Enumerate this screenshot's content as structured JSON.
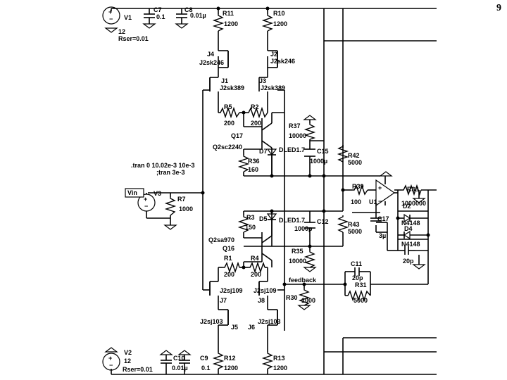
{
  "page_number": "9",
  "components": {
    "v1": {
      "name": "V1",
      "value": "12",
      "extra": "Rser=0.01"
    },
    "v2": {
      "name": "V2",
      "value": "12",
      "extra": "Rser=0.01"
    },
    "v3": {
      "name": "V3"
    },
    "vin": "Vin",
    "c7": {
      "name": "C7",
      "value": "0.1"
    },
    "c8": {
      "name": "C8",
      "value": "0.01µ"
    },
    "c9": {
      "name": "C9",
      "value": "0.1"
    },
    "c10": {
      "name": "C10",
      "value": "0.01µ"
    },
    "c11": {
      "name": "C11",
      "value": "20p"
    },
    "c12": {
      "name": "C12",
      "value": "1000p"
    },
    "c15": {
      "name": "C15",
      "value": "1000µ"
    },
    "c17": {
      "name": "C17",
      "value": "3µ"
    },
    "c20p": "20p",
    "r1": {
      "name": "R1",
      "value": "200"
    },
    "r2": {
      "name": "R2",
      "value": "200"
    },
    "r3": {
      "name": "R3",
      "value": "150"
    },
    "r4": {
      "name": "R4",
      "value": "200"
    },
    "r5": {
      "name": "R5",
      "value": "200"
    },
    "r7": {
      "name": "R7",
      "value": "1000"
    },
    "r10": {
      "name": "R10",
      "value": "1200"
    },
    "r11": {
      "name": "R11",
      "value": "1200"
    },
    "r12": {
      "name": "R12",
      "value": "1200"
    },
    "r13": {
      "name": "R13",
      "value": "1200"
    },
    "r30": {
      "name": "R30",
      "value": "1000"
    },
    "r31": {
      "name": "R31",
      "value": "5000"
    },
    "r35": {
      "name": "R35",
      "value": "10000"
    },
    "r36": {
      "name": "R36",
      "value": "160"
    },
    "r37": {
      "name": "R37",
      "value": "10000"
    },
    "r38": {
      "name": "R38",
      "value": "1000000"
    },
    "r39": {
      "name": "R39",
      "value": "100"
    },
    "r42": {
      "name": "R42",
      "value": "5000"
    },
    "r43": {
      "name": "R43",
      "value": "5000"
    },
    "j1": {
      "name": "J1",
      "value": "J2sk389"
    },
    "j2": {
      "name": "J2",
      "value": "J2sk246"
    },
    "j3": {
      "name": "J3",
      "value": "J2sk389"
    },
    "j4": {
      "name": "J4",
      "value": "J2sk246"
    },
    "j5": {
      "name": "J5"
    },
    "j6": {
      "name": "J6",
      "value": "J2sj103"
    },
    "j7": {
      "name": "J7",
      "value": "J2sj103",
      "value2": "J2sj109"
    },
    "j8": {
      "name": "J8",
      "value": "J2sj109"
    },
    "q16": {
      "name": "Q16",
      "value": "Q2sa970"
    },
    "q17": {
      "name": "Q17",
      "value": "Q2sc2240"
    },
    "d7": {
      "name": "D7",
      "value": "DLED1.7"
    },
    "d5": {
      "name": "D5",
      "value": "DLED1.7"
    },
    "d2": {
      "name": "D2",
      "value": "N4148"
    },
    "d4": {
      "name": "D4",
      "value": "N4148"
    },
    "u1": "U1",
    "feedback": "feedback",
    "tran1": ".tran 0 10.02e-3 10e-3",
    "tran2": ";tran 3e-3"
  }
}
